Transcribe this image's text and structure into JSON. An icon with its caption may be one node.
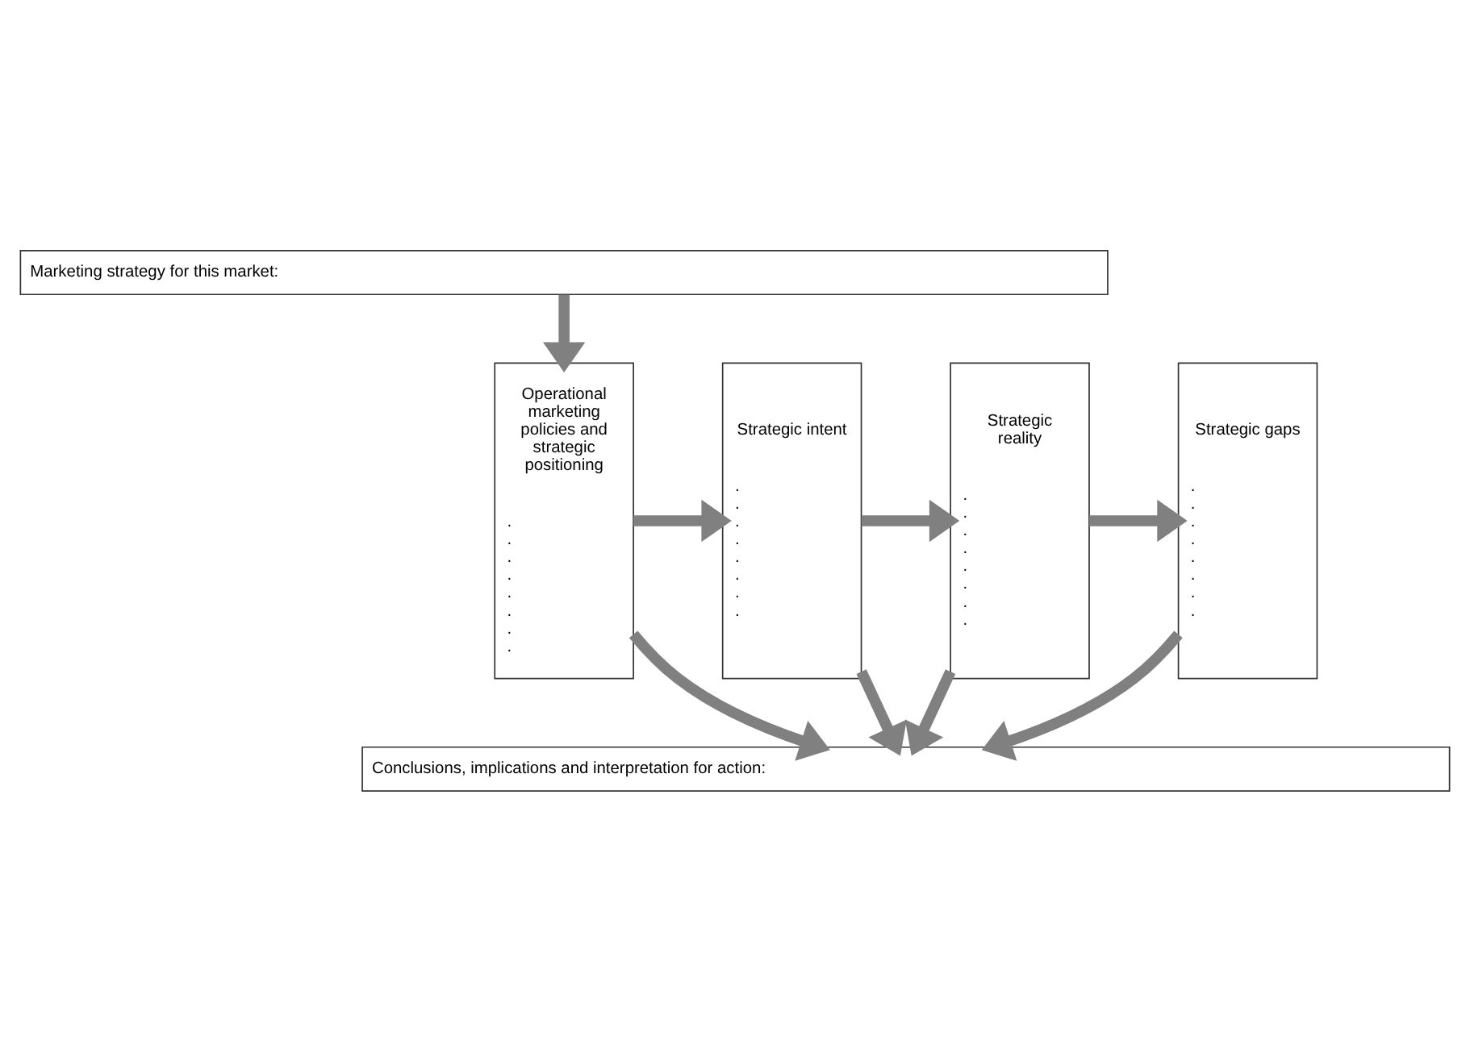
{
  "diagram": {
    "nodes": [
      {
        "text": [
          "Marketing strategy for this market:"
        ]
      },
      {
        "text": [
          "Operational marketing policies and strategic positioning",
          ". . . . . . . ."
        ]
      },
      {
        "text": [
          "Strategic intent",
          ". . . . . . . ."
        ]
      },
      {
        "text": [
          "Strategic reality",
          ". . . . . . . ."
        ]
      },
      {
        "text": [
          "Strategic gaps",
          ". . . . . . . ."
        ]
      },
      {
        "text": [
          "Conclusions, implications and interpretation for action:"
        ]
      }
    ],
    "edges": [
      {
        "from": 0,
        "to": 1,
        "arrow": "to"
      },
      {
        "from": 1,
        "to": 2,
        "arrow": "to"
      },
      {
        "from": 2,
        "to": 3,
        "arrow": "to"
      },
      {
        "from": 3,
        "to": 4,
        "arrow": "to"
      },
      {
        "from": 1,
        "to": 5,
        "arrow": "to"
      },
      {
        "from": 2,
        "to": 5,
        "arrow": "to"
      },
      {
        "from": 3,
        "to": 5,
        "arrow": "to"
      },
      {
        "from": 4,
        "to": 5,
        "arrow": "to"
      }
    ]
  }
}
